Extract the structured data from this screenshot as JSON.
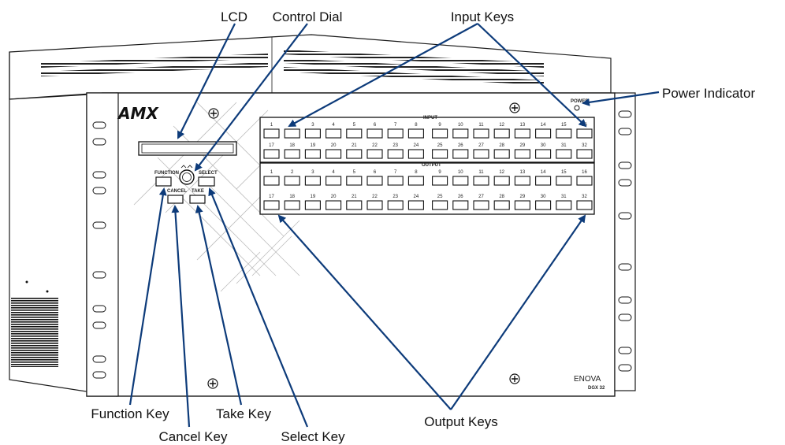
{
  "callouts": {
    "lcd": "LCD",
    "control_dial": "Control Dial",
    "input_keys": "Input Keys",
    "power_indicator": "Power Indicator",
    "function_key": "Function Key",
    "cancel_key": "Cancel Key",
    "take_key": "Take Key",
    "select_key": "Select Key",
    "output_keys": "Output Keys"
  },
  "device": {
    "brand": "AMX",
    "model": "ENOVA",
    "model_sub": "DGX 32",
    "power_label": "POWER",
    "input_label": "INPUT",
    "output_label": "OUTPUT",
    "function_label": "FUNCTION",
    "select_label": "SELECT",
    "cancel_label": "CANCEL",
    "take_label": "TAKE"
  },
  "keys": {
    "input": [
      "1",
      "2",
      "3",
      "4",
      "5",
      "6",
      "7",
      "8",
      "9",
      "10",
      "11",
      "12",
      "13",
      "14",
      "15",
      "16",
      "17",
      "18",
      "19",
      "20",
      "21",
      "22",
      "23",
      "24",
      "25",
      "26",
      "27",
      "28",
      "29",
      "30",
      "31",
      "32"
    ],
    "output": [
      "1",
      "2",
      "3",
      "4",
      "5",
      "6",
      "7",
      "8",
      "9",
      "10",
      "11",
      "12",
      "13",
      "14",
      "15",
      "16",
      "17",
      "18",
      "19",
      "20",
      "21",
      "22",
      "23",
      "24",
      "25",
      "26",
      "27",
      "28",
      "29",
      "30",
      "31",
      "32"
    ]
  },
  "colors": {
    "leader": "#0d3b7a",
    "chassis": "#ffffff",
    "outline": "#1a1a1a"
  }
}
